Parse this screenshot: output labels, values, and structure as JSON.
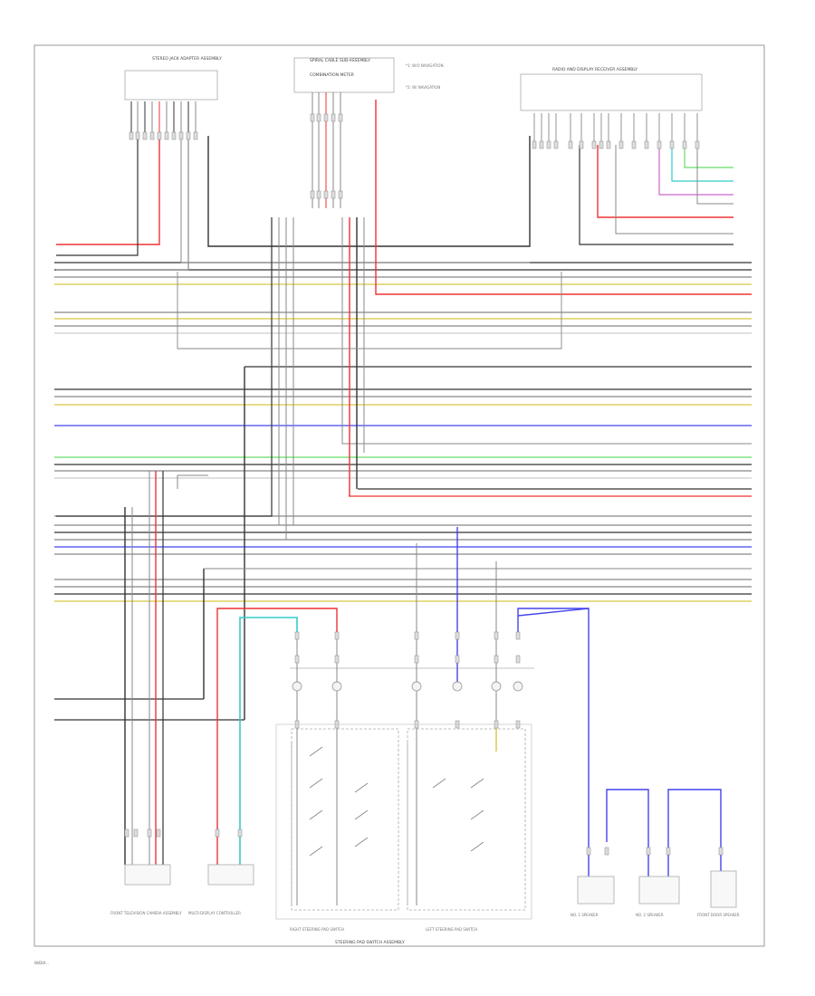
{
  "footer": {
    "code": "W/DIA..."
  },
  "bottom_label": "STEERING PAD SWITCH ASSEMBLY",
  "components": {
    "top_left": "STEREO JACK ADAPTER ASSEMBLY",
    "top_center_1": "SPIRAL CABLE SUB-ASSEMBLY",
    "top_center_2": "COMBINATION METER",
    "top_center_note_1": "*1: W/O NAVIGATION",
    "top_center_note_2": "*2: W/ NAVIGATION",
    "top_right": "RADIO AND DISPLAY RECEIVER ASSEMBLY",
    "bottom_1": "FRONT TELEVISION CAMERA ASSEMBLY",
    "bottom_2": "MULTI-DISPLAY CONTROLLER",
    "bottom_3": "RIGHT STEERING PAD SWITCH",
    "bottom_4": "LEFT STEERING PAD SWITCH",
    "bottom_5": "NO. 1 SPEAKER",
    "bottom_6": "NO. 2 SPEAKER",
    "bottom_7": "FRONT DOOR SPEAKER"
  },
  "wire_colors": {
    "black": "#333333",
    "gray": "#888888",
    "red": "#ee3333",
    "pink": "#ff99aa",
    "yellow": "#d8c840",
    "blue": "#4444ee",
    "light_blue": "#33cccc",
    "green": "#66dd66",
    "violet": "#cc66cc",
    "white": "#cccccc"
  }
}
